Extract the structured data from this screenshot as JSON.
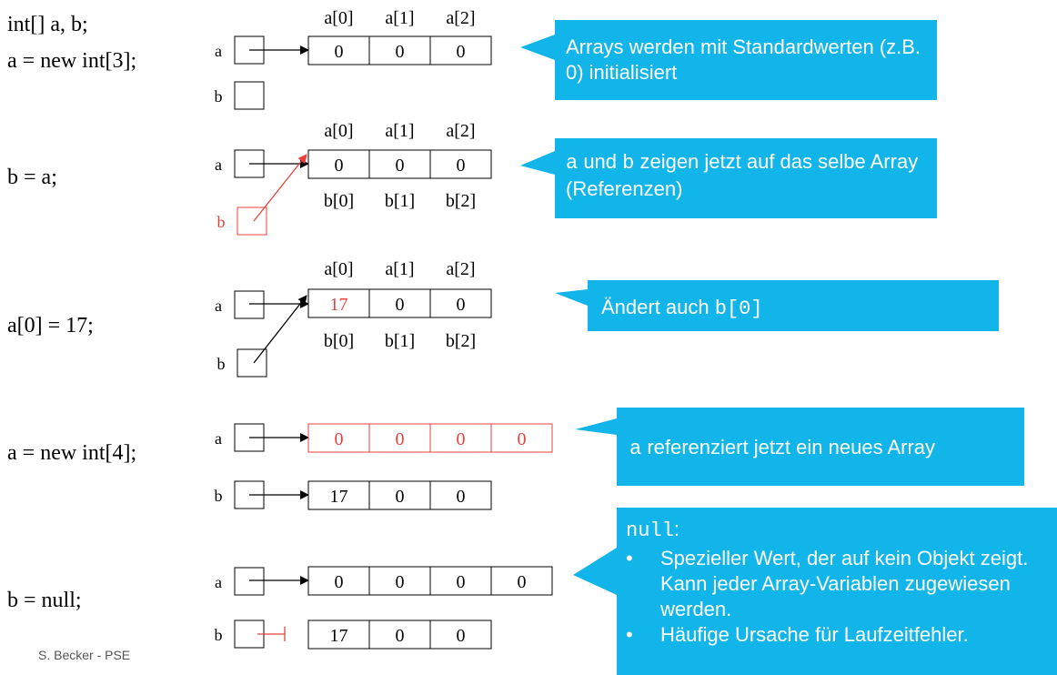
{
  "code": [
    [
      "int[] a, b;",
      "a = new int[3];"
    ],
    [
      "b = a;"
    ],
    [
      "a[0] = 17;"
    ],
    [
      "a = new int[4];"
    ],
    [
      "b = null;"
    ]
  ],
  "vars": {
    "a": "a",
    "b": "b"
  },
  "steps": [
    {
      "a_top_labels": [
        "a[0]",
        "a[1]",
        "a[2]"
      ],
      "a_cells": [
        "0",
        "0",
        "0"
      ],
      "b": "empty"
    },
    {
      "a_top_labels": [
        "a[0]",
        "a[1]",
        "a[2]"
      ],
      "a_cells": [
        "0",
        "0",
        "0"
      ],
      "b": "shared",
      "b_bottom_labels": [
        "b[0]",
        "b[1]",
        "b[2]"
      ]
    },
    {
      "a_top_labels": [
        "a[0]",
        "a[1]",
        "a[2]"
      ],
      "a_cells": [
        "17",
        "0",
        "0"
      ],
      "b": "shared",
      "b_bottom_labels": [
        "b[0]",
        "b[1]",
        "b[2]"
      ]
    },
    {
      "a_cells": [
        "0",
        "0",
        "0",
        "0"
      ],
      "b_cells": [
        "17",
        "0",
        "0"
      ]
    },
    {
      "a_cells": [
        "0",
        "0",
        "0",
        "0"
      ],
      "b_cells": [
        "17",
        "0",
        "0"
      ],
      "b_null": true
    }
  ],
  "callouts": [
    {
      "text": "Arrays werden mit Standardwerten (z.B. 0) initialisiert"
    },
    {
      "code_a": "a",
      "mid": " und ",
      "code_b": "b",
      "rest": " zeigen jetzt auf das selbe Array (Referenzen)"
    },
    {
      "pre": "Ändert auch ",
      "code": "b[0]"
    },
    {
      "code": "a",
      "rest": " referenziert jetzt ein neues Array"
    },
    {
      "code": "null",
      "colon": ":",
      "bullets": [
        "Spezieller Wert, der auf kein Objekt zeigt. Kann jeder Array-Variablen zugewiesen werden.",
        "Häufige Ursache für Laufzeitfehler."
      ]
    }
  ],
  "footer": "S. Becker - PSE",
  "colors": {
    "highlight": "#e8403a",
    "callout": "#12b5ea",
    "stroke": "#000000"
  }
}
